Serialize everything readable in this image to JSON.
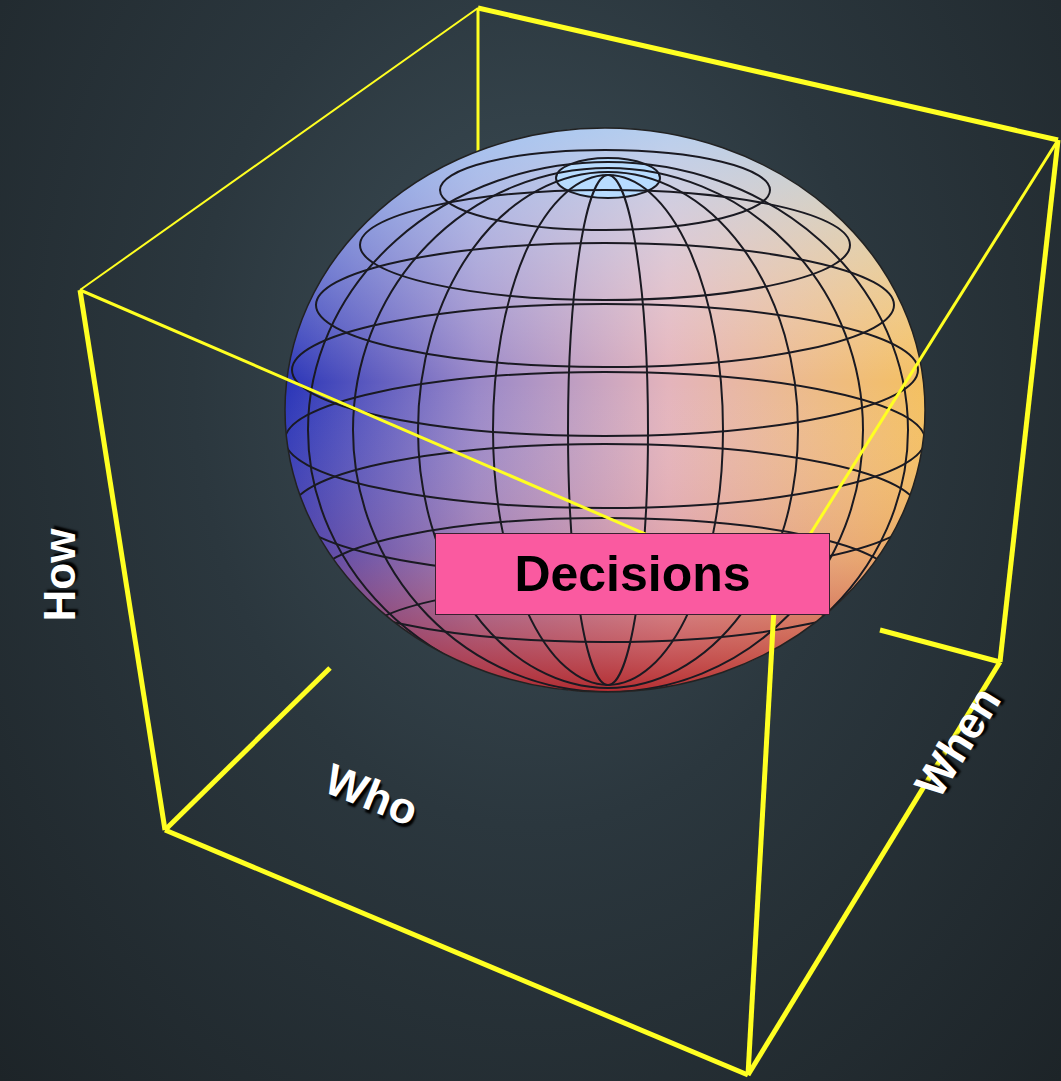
{
  "diagram": {
    "nodes": [
      {
        "text": [
          "Decisions"
        ]
      }
    ],
    "labels": [
      "How",
      "Who",
      "When"
    ]
  }
}
